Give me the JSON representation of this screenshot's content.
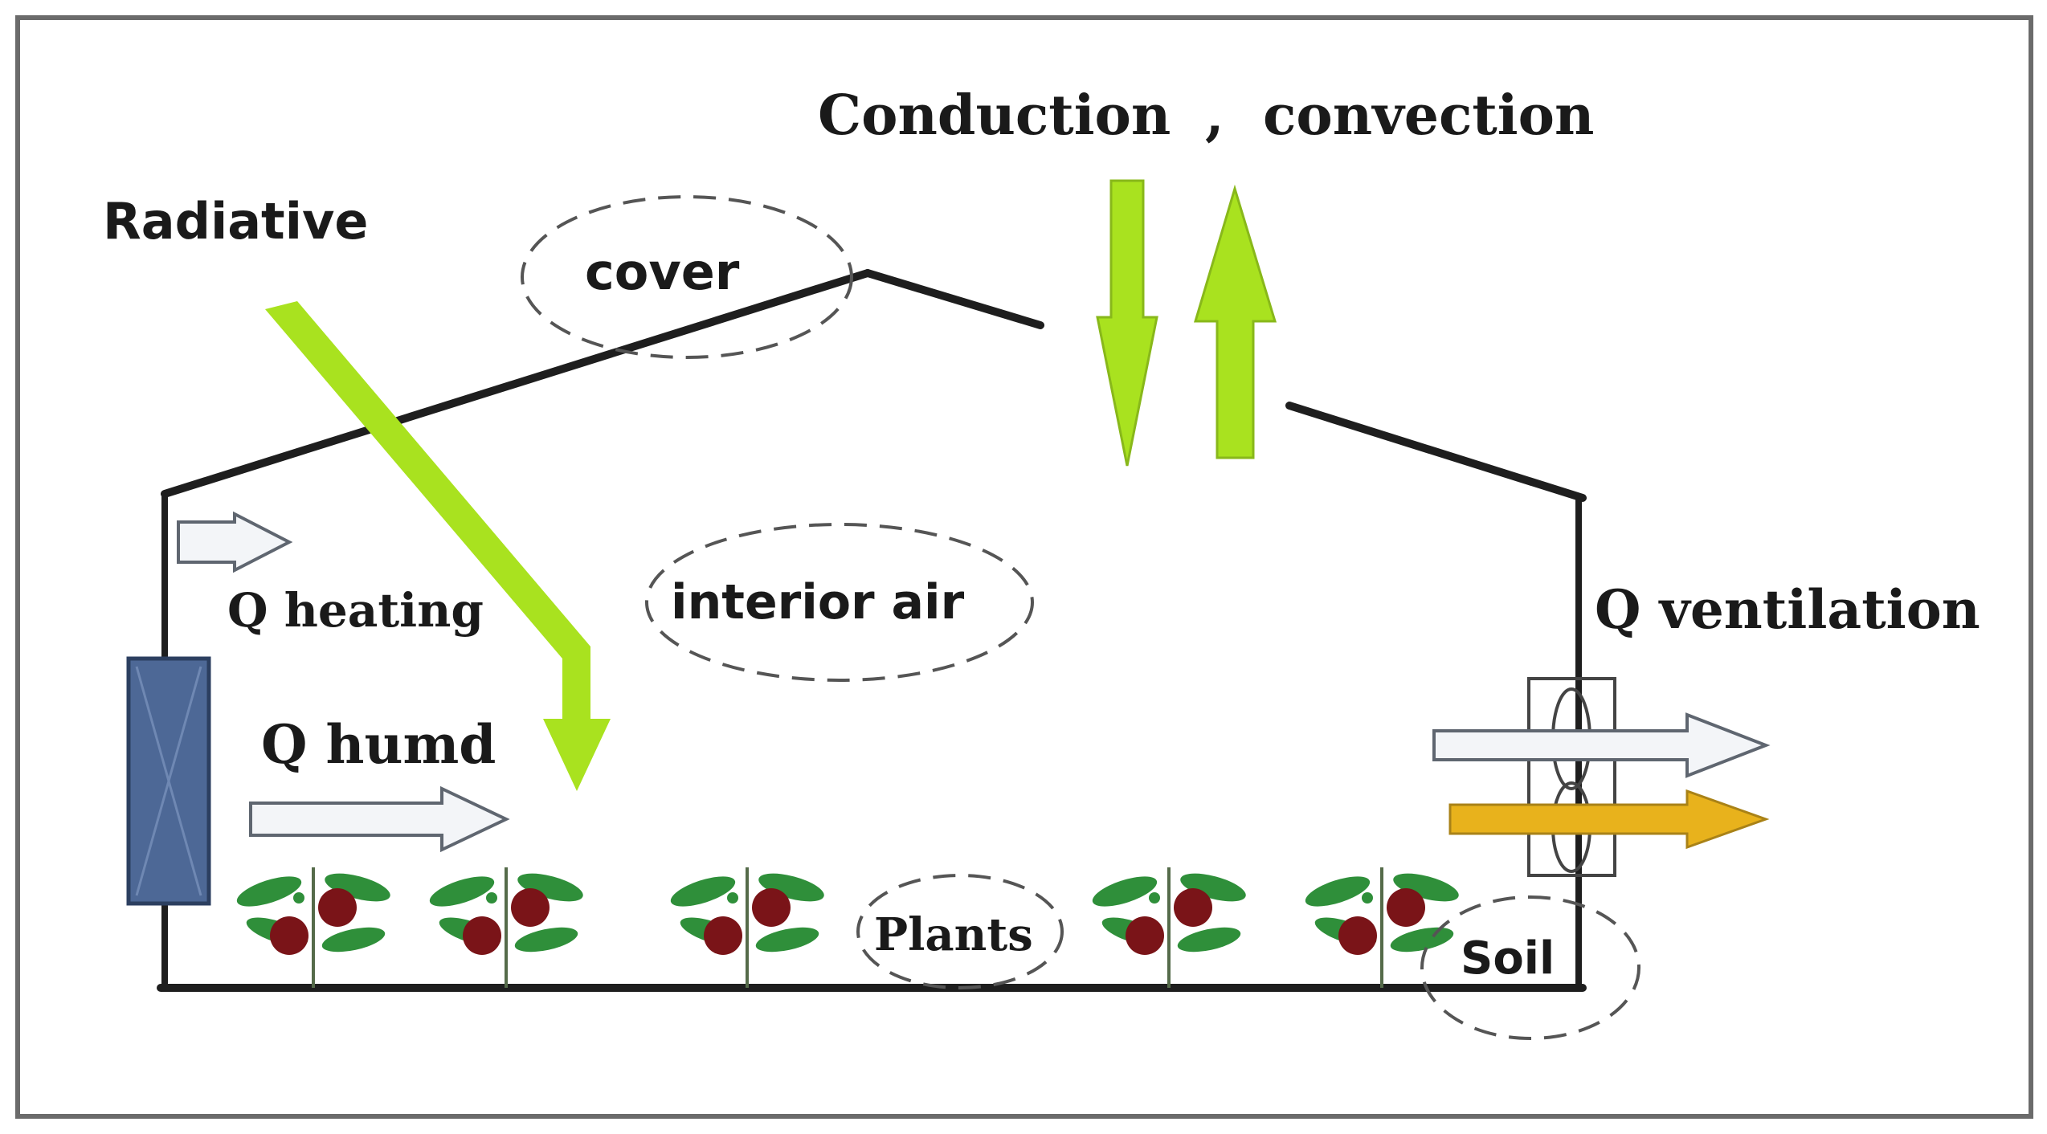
{
  "labels": {
    "conduction": "Conduction",
    "comma": ",",
    "convection": "convection",
    "radiative": "Radiative",
    "cover": "cover",
    "interior_air": "interior air",
    "q_heating": "Q heating",
    "q_humd": "Q humd",
    "q_ventilation": "Q ventilation",
    "plants": "Plants",
    "soil": "Soil"
  },
  "colors": {
    "frame": "#6b6b6b",
    "structure": "#1e1e1e",
    "radiation_arrow": "#a9e21f",
    "flux_arrow_fill": "#f3f5f8",
    "flux_arrow_stroke": "#5f6670",
    "ventilation_arrow_yellow": "#e8b21c",
    "heater": "#4d6896",
    "leaf": "#2f8f3a",
    "fruit": "#7a1418",
    "dashed_ellipse": "#555555"
  }
}
